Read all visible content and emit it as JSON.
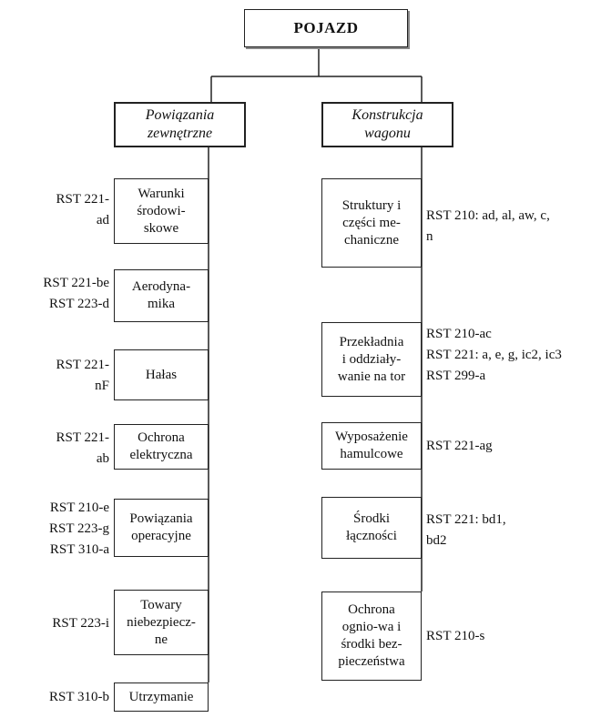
{
  "root": {
    "label": "POJAZD"
  },
  "branches": {
    "left": {
      "label": "Powiązania\nzewnętrzne"
    },
    "right": {
      "label": "Konstrukcja\nwagonu"
    }
  },
  "left_items": [
    {
      "label": "Warunki\nśrodowi-\nskowe",
      "ref": "RST 221-\nad"
    },
    {
      "label": "Aerodyna-\nmika",
      "ref": "RST 221-be\nRST 223-d"
    },
    {
      "label": "Hałas",
      "ref": "RST 221-\nnF"
    },
    {
      "label": "Ochrona\nelektryczna",
      "ref": "RST 221-\nab"
    },
    {
      "label": "Powiązania\noperacyjne",
      "ref": "RST 210-e\nRST 223-g\nRST 310-a"
    },
    {
      "label": "Towary\nniebezpiecz-\nne",
      "ref": "RST 223-i"
    },
    {
      "label": "Utrzymanie",
      "ref": "RST 310-b"
    }
  ],
  "right_items": [
    {
      "label": "Struktury i\nczęści me-\nchaniczne",
      "ref": "RST 210: ad, al, aw, c,\nn"
    },
    {
      "label": "Przekładnia\ni oddziały-\nwanie na tor",
      "ref": "RST 210-ac\nRST 221: a, e, g, ic2, ic3\nRST 299-a"
    },
    {
      "label": "Wyposażenie\nhamulcowe",
      "ref": "RST 221-ag"
    },
    {
      "label": "Środki\nłączności",
      "ref": "RST   221:   bd1,\nbd2"
    },
    {
      "label": "Ochrona\nognio-wa i\nśrodki bez-\npieczeństwa",
      "ref": "RST 210-s"
    }
  ]
}
